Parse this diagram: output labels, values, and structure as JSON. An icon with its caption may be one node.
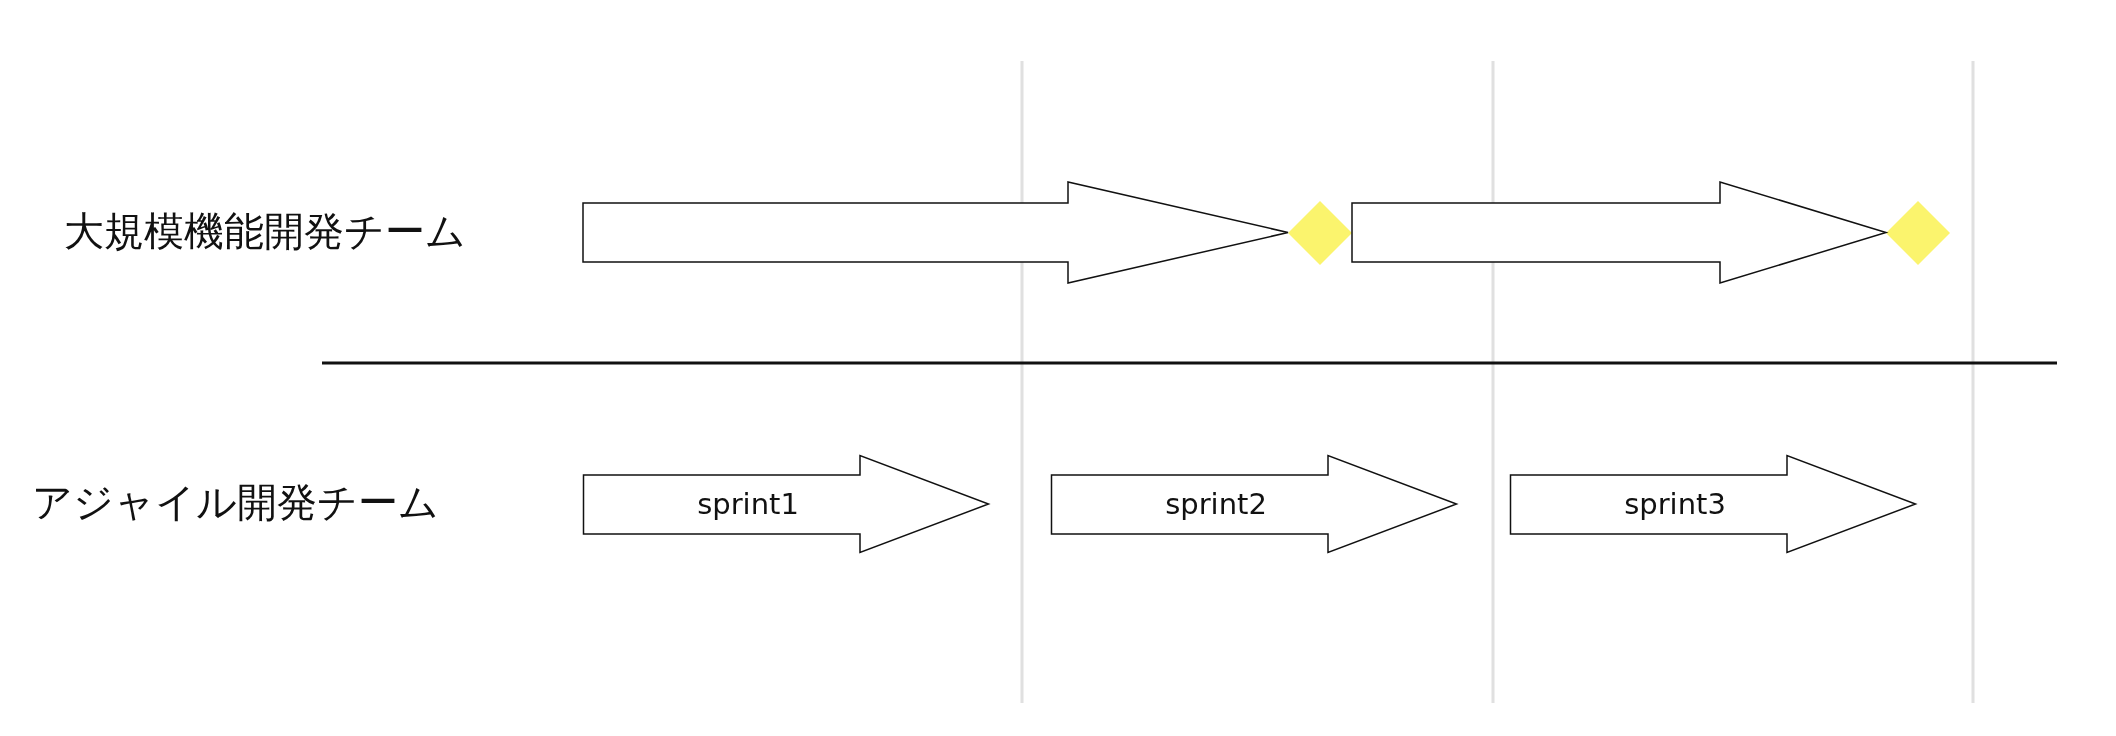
{
  "diagram": {
    "nodes": [
      {
        "text": [],
        "shape": "diamond"
      },
      {
        "text": [],
        "shape": "diamond"
      },
      {
        "text": [
          "sprint1"
        ]
      },
      {
        "text": [
          "sprint2"
        ]
      },
      {
        "text": [
          "sprint3"
        ]
      }
    ],
    "edges": [
      {
        "from": null,
        "to": 0,
        "arrow": "to"
      },
      {
        "from": 0,
        "to": 1,
        "arrow": "to"
      }
    ],
    "labels": [
      "大規模機能開発チーム",
      "アジャイル開発チーム"
    ]
  }
}
